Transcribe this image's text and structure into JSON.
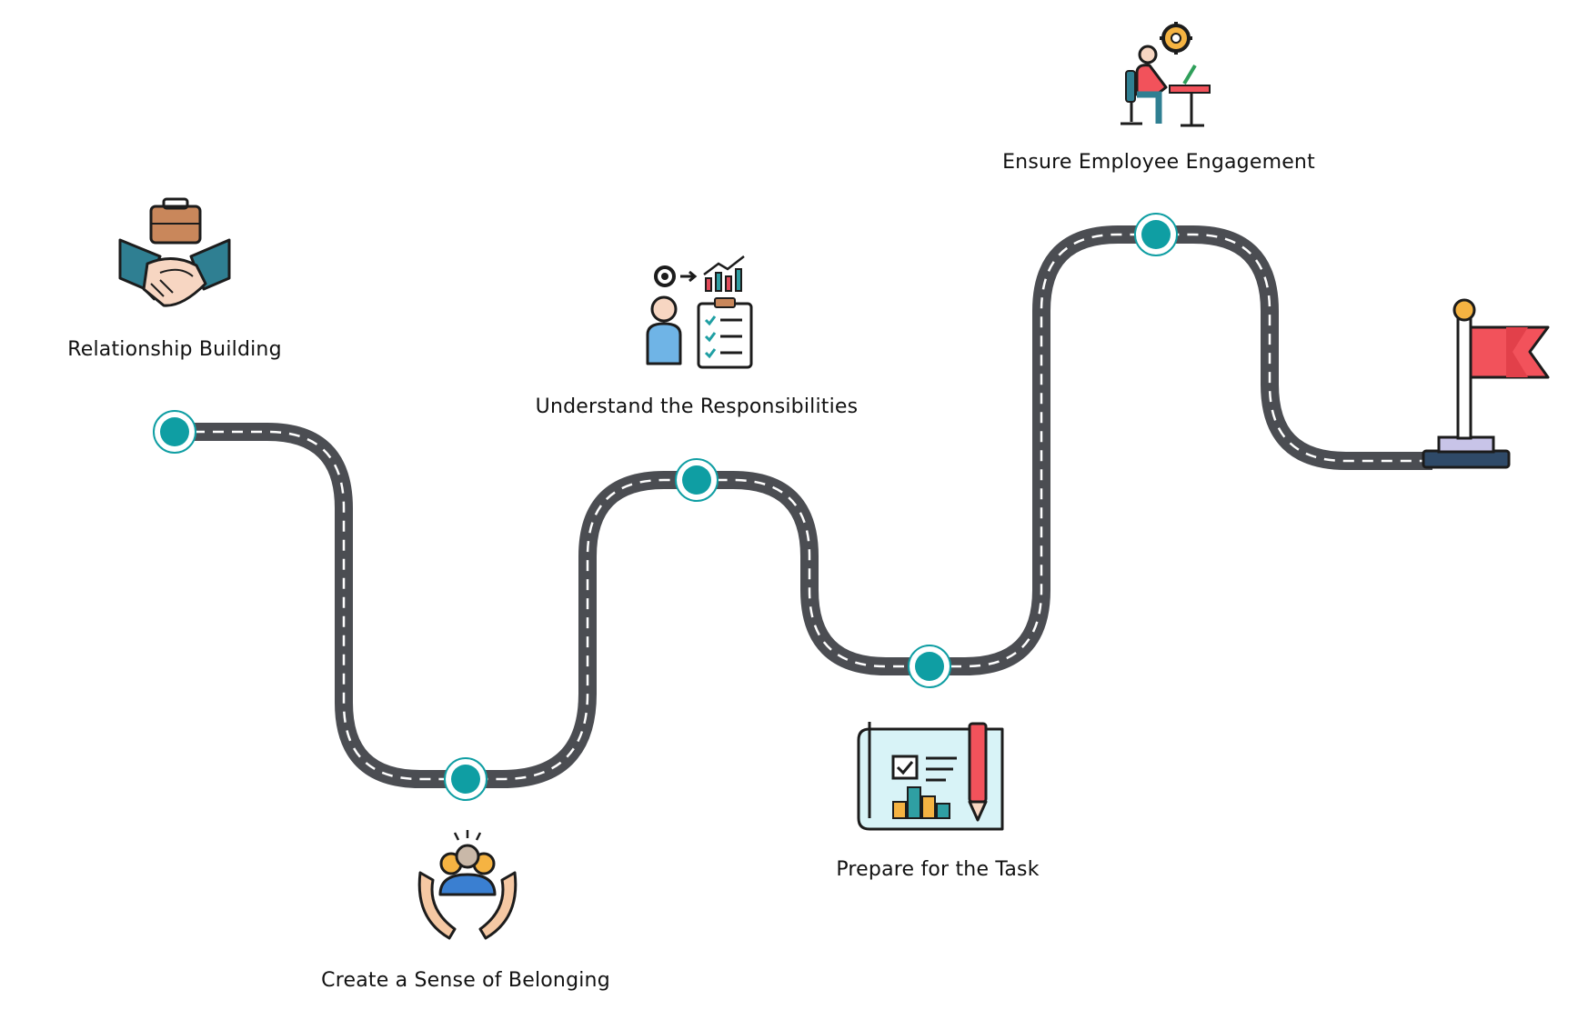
{
  "roadmap": {
    "steps": [
      {
        "label": "Relationship Building",
        "icon": "handshake-icon"
      },
      {
        "label": "Create a Sense of Belonging",
        "icon": "hands-holding-team-icon"
      },
      {
        "label": "Understand the Responsibilities",
        "icon": "person-checklist-icon"
      },
      {
        "label": "Prepare for the Task",
        "icon": "blueprint-pencil-icon"
      },
      {
        "label": "Ensure Employee Engagement",
        "icon": "person-at-desk-icon"
      }
    ],
    "finish_icon": "red-flag-icon"
  },
  "colors": {
    "road": "#4b4d52",
    "road_marking": "#ffffff",
    "milestone": "#0f9ea3",
    "flag": "#f2525b",
    "text": "#111111"
  }
}
